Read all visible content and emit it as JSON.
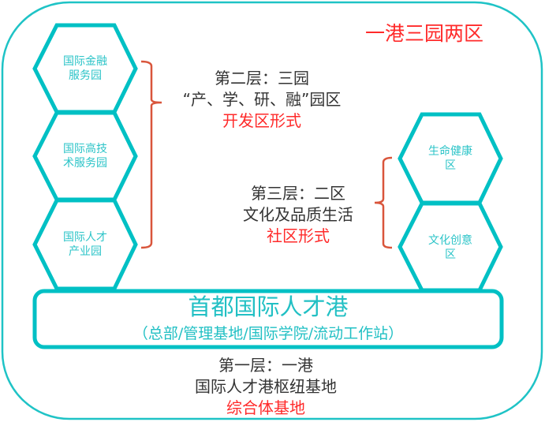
{
  "title": "一港三园两区",
  "left_hexagons": [
    {
      "line1": "国际金融",
      "line2": "服务园"
    },
    {
      "line1": "国际高技",
      "line2": "术服务园"
    },
    {
      "line1": "国际人才",
      "line2": "产业园"
    }
  ],
  "right_hexagons": [
    {
      "line1": "生命健康",
      "line2": "区"
    },
    {
      "line1": "文化创意",
      "line2": "区"
    }
  ],
  "layer2": {
    "line1": "第二层：三园",
    "line2": "“产、学、研、融”园区",
    "line3": "开发区形式"
  },
  "layer3": {
    "line1": "第三层：二区",
    "line2": "文化及品质生活",
    "line3": "社区形式"
  },
  "hub": {
    "title": "首都国际人才港",
    "subtitle": "（总部/管理基地/国际学院/流动工作站）"
  },
  "layer1": {
    "line1": "第一层：一港",
    "line2": "国际人才港枢纽基地",
    "line3": "综合体基地"
  },
  "colors": {
    "teal": "#00c0c4",
    "red": "#ff2a2a",
    "brace": "#d9553b"
  }
}
